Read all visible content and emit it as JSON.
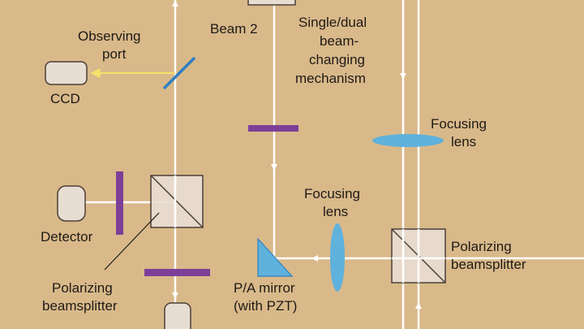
{
  "labels": {
    "beam2": "Beam 2",
    "single_dual": [
      "Single/dual",
      "beam-",
      "changing",
      "mechanism"
    ],
    "observing_port": [
      "Observing",
      "port"
    ],
    "ccd": "CCD",
    "focusing_lens_right": [
      "Focusing",
      "lens"
    ],
    "focusing_lens_mid": [
      "Focusing",
      "lens"
    ],
    "detector": "Detector",
    "polarizing_bs_right": [
      "Polarizing",
      "beamsplitter"
    ],
    "polarizing_bs_left": [
      "Polarizing",
      "beamsplitter"
    ],
    "pa_mirror": [
      "P/A mirror",
      "(with PZT)"
    ]
  },
  "colors": {
    "background": "#d9b98a",
    "beam": "#ffffff",
    "observing_beam": "#f4e26a",
    "waveplate": "#7e3f98",
    "lens": "#5fb2dc",
    "mirror_blue": "#2f7fc2",
    "component_fill": "#e8ddd2",
    "component_stroke": "#4a4038"
  }
}
